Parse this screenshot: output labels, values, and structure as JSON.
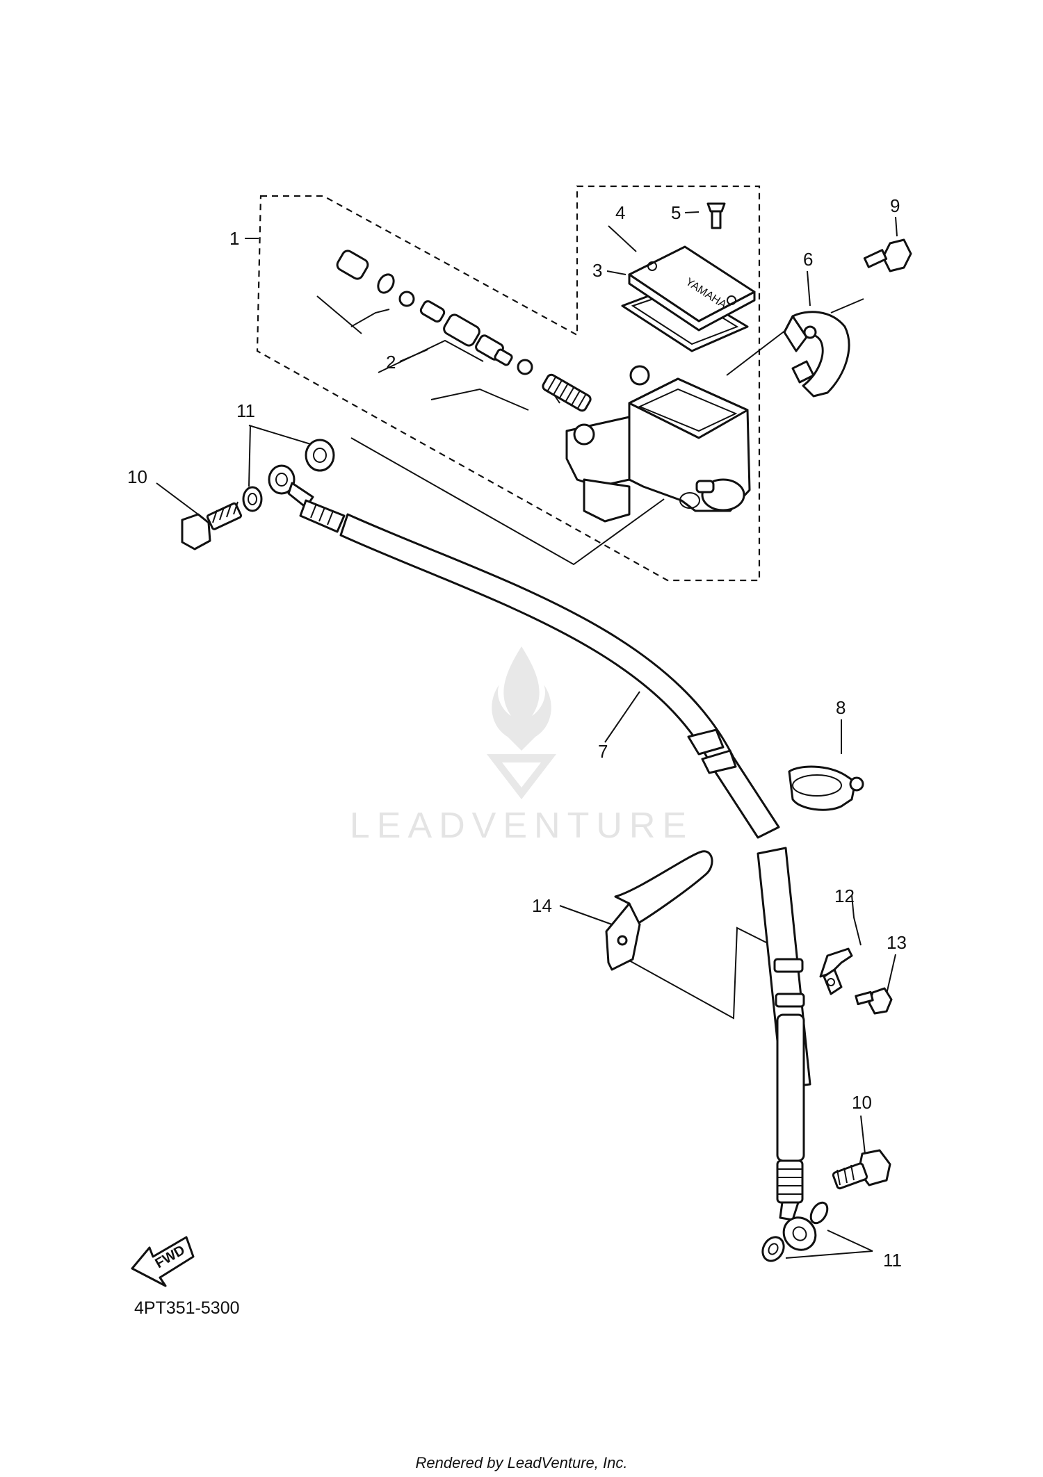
{
  "diagram": {
    "callouts": {
      "c1": "1",
      "c2": "2",
      "c3": "3",
      "c4": "4",
      "c5": "5",
      "c6": "6",
      "c7": "7",
      "c8": "8",
      "c9": "9",
      "c10a": "10",
      "c10b": "10",
      "c11a": "11",
      "c11b": "11",
      "c12": "12",
      "c13": "13",
      "c14": "14"
    },
    "part_code": "4PT351-5300",
    "fwd_label": "FWD",
    "watermark": "LEADVENTURE",
    "footer": "Rendered by LeadVenture, Inc."
  }
}
